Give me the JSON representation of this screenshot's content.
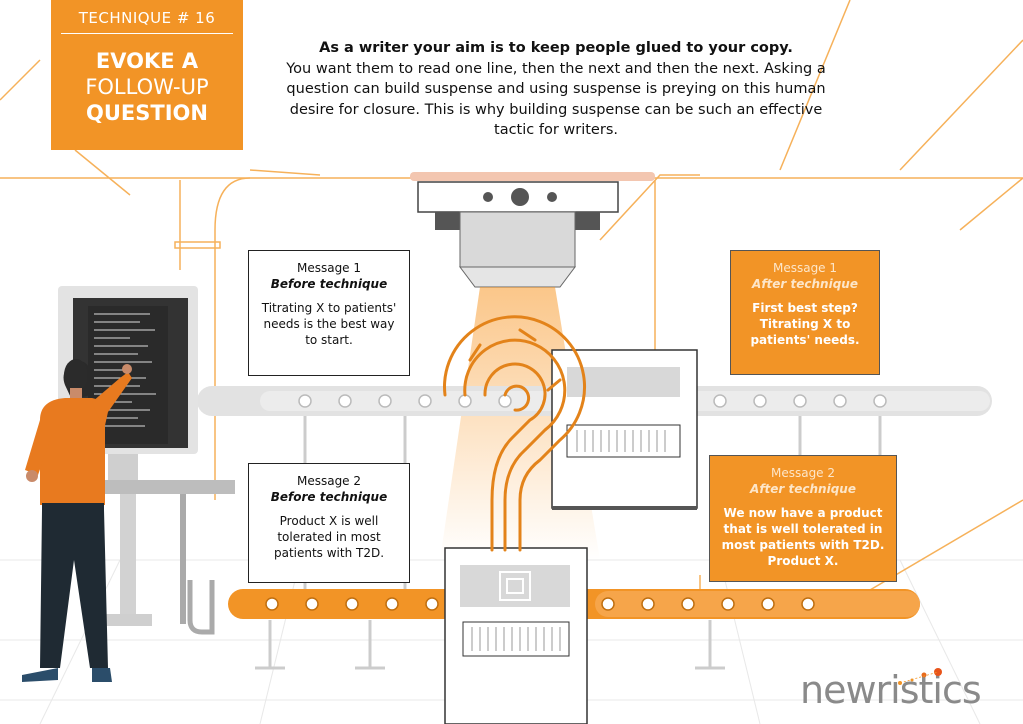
{
  "badge": {
    "technique": "TECHNIQUE # 16",
    "line1": "EVOKE A",
    "line2": "FOLLOW-UP",
    "line3": "QUESTION"
  },
  "intro": {
    "lead": "As a writer your aim is to keep people glued to your copy.",
    "body": "You want them to read one line, then the next and then the next. Asking a question can build suspense and using suspense is preying on this human desire for closure. This is why building suspense can be such an effective tactic for writers."
  },
  "messages": [
    {
      "title": "Message 1",
      "subtitle": "Before technique",
      "body": "Titrating X to patients' needs is the best way to start."
    },
    {
      "title": "Message 2",
      "subtitle": "Before technique",
      "body": "Product X is well tolerated in most patients with T2D."
    },
    {
      "title": "Message 1",
      "subtitle": "After technique",
      "body": "First best step? Titrating X to patients' needs."
    },
    {
      "title": "Message 2",
      "subtitle": "After technique",
      "body": "We now have a product that is well tolerated in most patients with T2D. Product X."
    }
  ],
  "logo": {
    "text": "newristics"
  },
  "colors": {
    "accent": "#f29426",
    "dark": "#1f2a33",
    "grey": "#dcdcdc"
  }
}
